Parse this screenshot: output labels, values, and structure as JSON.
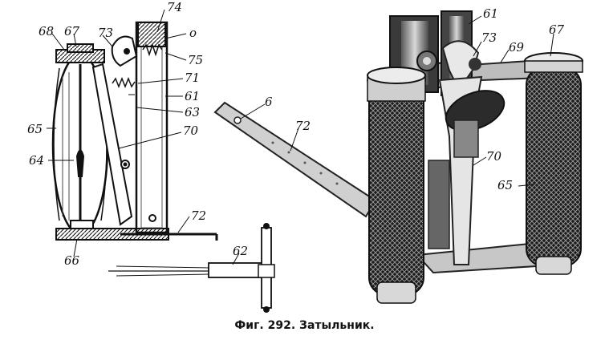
{
  "caption": "Фиг. 292. Затыльник.",
  "left_drawing_labels": {
    "l74": "74",
    "l68": "68",
    "l67": "67",
    "l73": "73",
    "l0": "o",
    "l75": "75",
    "l71": "71",
    "l61": "61",
    "l63": "63",
    "l65": "65",
    "l70": "70",
    "l64": "64",
    "l72": "72",
    "l66": "66",
    "l62": "62"
  },
  "right_photo_labels": {
    "l61": "61",
    "l73": "73",
    "l69": "69",
    "l67": "67",
    "l6": "6",
    "l72": "72",
    "l70": "70",
    "l65": "65"
  }
}
